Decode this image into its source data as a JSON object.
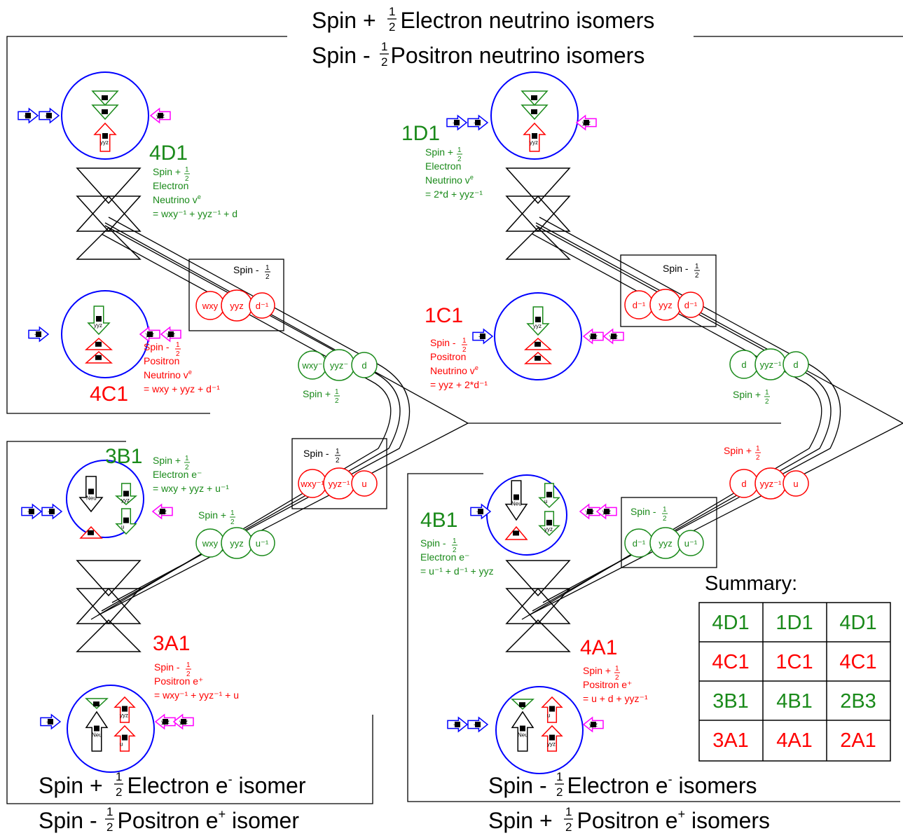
{
  "colors": {
    "green": "#1a8a1a",
    "red": "#ff0000",
    "blue": "#0000ff",
    "magenta": "#ff00ff",
    "black": "#000000"
  },
  "fraction": {
    "num": "1",
    "den": "2"
  },
  "headings": {
    "top1": {
      "a": "Spin +",
      "b": " Electron neutrino isomers"
    },
    "top2": {
      "a": "Spin -",
      "b": " Positron neutrino isomers"
    },
    "bl1": {
      "a": "Spin +",
      "b": " Electron e",
      "sup": "-",
      "c": " isomer"
    },
    "bl2": {
      "a": "Spin -",
      "b": " Positron e",
      "sup": "+",
      "c": " isomer"
    },
    "br1": {
      "a": "Spin -",
      "b": " Electron e",
      "sup": "-",
      "c": " isomers"
    },
    "br2": {
      "a": "Spin +",
      "b": " Positron e",
      "sup": "+",
      "c": " isomers"
    }
  },
  "particles": {
    "p4D1": {
      "code": "4D1",
      "color": "green",
      "spin": "Spin +",
      "l1": "Electron",
      "l2": "Neutrino v",
      "l2sup": "e",
      "formula": "= wxy⁻¹ + yyz⁻¹ + d"
    },
    "p4C1": {
      "code": "4C1",
      "color": "red",
      "spin": "Spin -",
      "l1": "Positron",
      "l2": "Neutrino v",
      "l2sup": "e",
      "formula": "= wxy + yyz + d⁻¹"
    },
    "p1D1": {
      "code": "1D1",
      "color": "green",
      "spin": "Spin +",
      "l1": "Electron",
      "l2": "Neutrino v",
      "l2sup": "e",
      "formula": "= 2*d + yyz⁻¹"
    },
    "p1C1": {
      "code": "1C1",
      "color": "red",
      "spin": "Spin -",
      "l1": "Positron",
      "l2": "Neutrino v",
      "l2sup": "e",
      "formula": "= yyz + 2*d⁻¹"
    },
    "p3B1": {
      "code": "3B1",
      "color": "green",
      "spin": "Spin +",
      "l1": "Electron e⁻",
      "formula": "= wxy + yyz + u⁻¹"
    },
    "p3A1": {
      "code": "3A1",
      "color": "red",
      "spin": "Spin -",
      "l1": "Positron e⁺",
      "formula": "= wxy⁻¹ + yyz⁻¹ + u"
    },
    "p4B1": {
      "code": "4B1",
      "color": "green",
      "spin": "Spin -",
      "l1": "Electron e⁻",
      "formula": "= u⁻¹ + d⁻¹ + yyz"
    },
    "p4A1": {
      "code": "4A1",
      "color": "red",
      "spin": "Spin +",
      "l1": "Positron e⁺",
      "formula": "= u + d + yyz⁻¹"
    }
  },
  "groups": {
    "g1": {
      "spin": "Spin -",
      "color": "red",
      "items": [
        "wxy",
        "yyz",
        "d⁻¹"
      ]
    },
    "g2": {
      "spin": "Spin +",
      "color": "green",
      "items": [
        "wxy⁻",
        "yyz⁻",
        "d"
      ]
    },
    "g3": {
      "spin": "Spin -",
      "color": "red",
      "items": [
        "d⁻¹",
        "yyz",
        "d⁻¹"
      ]
    },
    "g4": {
      "spin": "Spin +",
      "color": "green",
      "items": [
        "d",
        "yyz⁻¹",
        "d"
      ]
    },
    "g5": {
      "spin": "Spin -",
      "color": "red",
      "items": [
        "wxy⁻¹",
        "yyz⁻¹",
        "u"
      ]
    },
    "g6": {
      "spin": "Spin +",
      "color": "green",
      "items": [
        "wxy",
        "yyz",
        "u⁻¹"
      ]
    },
    "g7": {
      "spin": "Spin +",
      "color": "red",
      "items": [
        "d",
        "yyz⁻¹",
        "u"
      ]
    },
    "g8": {
      "spin": "Spin -",
      "color": "green",
      "items": [
        "d⁻¹",
        "yyz",
        "u⁻¹"
      ]
    }
  },
  "quarks": {
    "yyz": "yyz",
    "yyz_inv": "yyz⁻¹",
    "wxy": "wxy",
    "wxy_inv": "wxy⁻¹",
    "plus": "+",
    "minus": "-",
    "one": "1",
    "neg_one": "-1",
    "u": "u",
    "neu": "Neu",
    "plus_one": "+1"
  },
  "summary": {
    "title": "Summary:",
    "rows": [
      [
        {
          "t": "4D1",
          "c": "green"
        },
        {
          "t": "1D1",
          "c": "green"
        },
        {
          "t": "4D1",
          "c": "green"
        }
      ],
      [
        {
          "t": "4C1",
          "c": "red"
        },
        {
          "t": "1C1",
          "c": "red"
        },
        {
          "t": "4C1",
          "c": "red"
        }
      ],
      [
        {
          "t": "3B1",
          "c": "green"
        },
        {
          "t": "4B1",
          "c": "green"
        },
        {
          "t": "2B3",
          "c": "green"
        }
      ],
      [
        {
          "t": "3A1",
          "c": "red"
        },
        {
          "t": "4A1",
          "c": "red"
        },
        {
          "t": "2A1",
          "c": "red"
        }
      ]
    ]
  }
}
